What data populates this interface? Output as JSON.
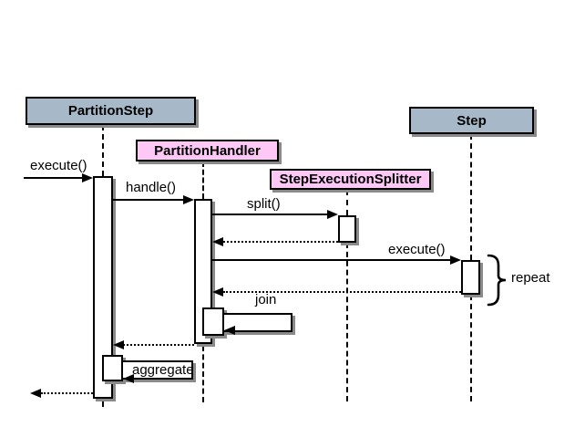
{
  "diagram_type": "uml-sequence",
  "colors": {
    "background": "#ffffff",
    "actor_box_blue": "#a7b9c9",
    "actor_box_pink": "#fdc7f6",
    "line": "#000000",
    "shadow": "#8a8a8a"
  },
  "actors": [
    {
      "label": "PartitionStep",
      "fill": "#a7b9c9"
    },
    {
      "label": "PartitionHandler",
      "fill": "#fdc7f6"
    },
    {
      "label": "StepExecutionSplitter",
      "fill": "#fdc7f6"
    },
    {
      "label": "Step",
      "fill": "#a7b9c9"
    }
  ],
  "messages": [
    {
      "label": "execute()",
      "from": "caller",
      "to": "PartitionStep",
      "kind": "call"
    },
    {
      "label": "handle()",
      "from": "PartitionStep",
      "to": "PartitionHandler",
      "kind": "call"
    },
    {
      "label": "split()",
      "from": "PartitionHandler",
      "to": "StepExecutionSplitter",
      "kind": "call"
    },
    {
      "label": "execute()",
      "from": "PartitionHandler",
      "to": "Step",
      "kind": "call"
    },
    {
      "label": "join",
      "from": "PartitionHandler",
      "to": "PartitionHandler",
      "kind": "self-call"
    },
    {
      "label": "aggregate",
      "from": "PartitionStep",
      "to": "PartitionStep",
      "kind": "self-call"
    }
  ],
  "returns": [
    {
      "from": "StepExecutionSplitter",
      "to": "PartitionHandler"
    },
    {
      "from": "Step",
      "to": "PartitionHandler"
    },
    {
      "from": "PartitionHandler",
      "to": "PartitionStep"
    },
    {
      "from": "PartitionStep",
      "to": "caller"
    }
  ],
  "annotations": [
    {
      "label": "repeat",
      "target": "Step execute() activation"
    }
  ]
}
